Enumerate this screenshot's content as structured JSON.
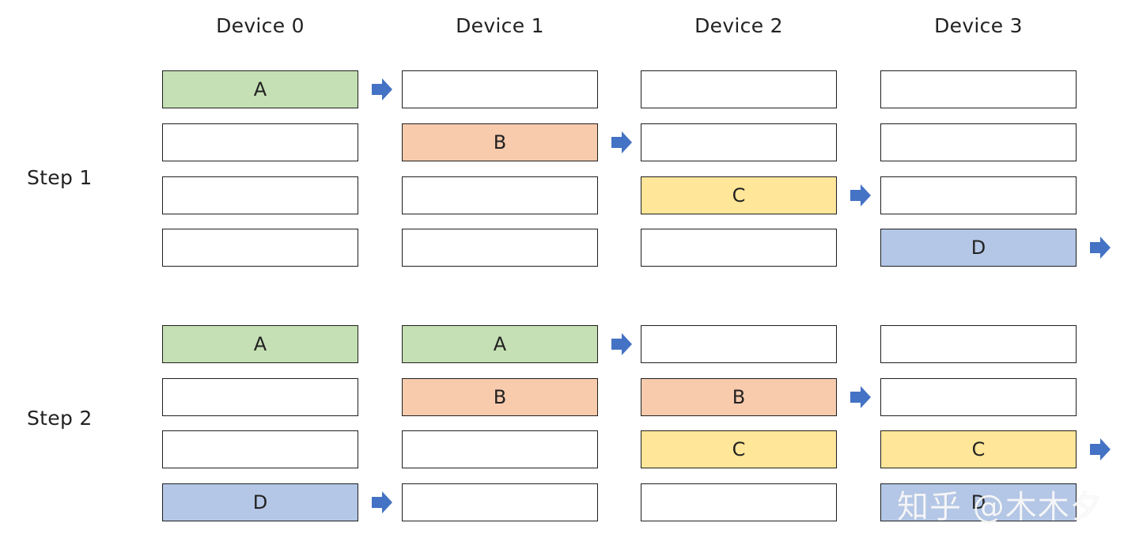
{
  "colors": {
    "A": "#c5e0b4",
    "B": "#f8cbad",
    "C": "#ffe699",
    "D": "#b4c7e7",
    "empty": "#ffffff",
    "arrow": "#4472c4"
  },
  "devices": [
    "Device 0",
    "Device 1",
    "Device 2",
    "Device 3"
  ],
  "steps": [
    {
      "label": "Step 1",
      "grid": [
        [
          "A",
          "",
          "",
          ""
        ],
        [
          "",
          "B",
          "",
          ""
        ],
        [
          "",
          "",
          "C",
          ""
        ],
        [
          "",
          "",
          "",
          "D"
        ]
      ],
      "arrows": [
        [
          0,
          0
        ],
        [
          1,
          1
        ],
        [
          2,
          2
        ],
        [
          3,
          3
        ]
      ]
    },
    {
      "label": "Step 2",
      "grid": [
        [
          "A",
          "A",
          "",
          ""
        ],
        [
          "",
          "B",
          "B",
          ""
        ],
        [
          "",
          "",
          "C",
          "C"
        ],
        [
          "D",
          "",
          "",
          "D"
        ]
      ],
      "arrows": [
        [
          0,
          1
        ],
        [
          1,
          2
        ],
        [
          2,
          3
        ],
        [
          3,
          0
        ]
      ]
    }
  ],
  "watermark": "知乎 @木木夕"
}
